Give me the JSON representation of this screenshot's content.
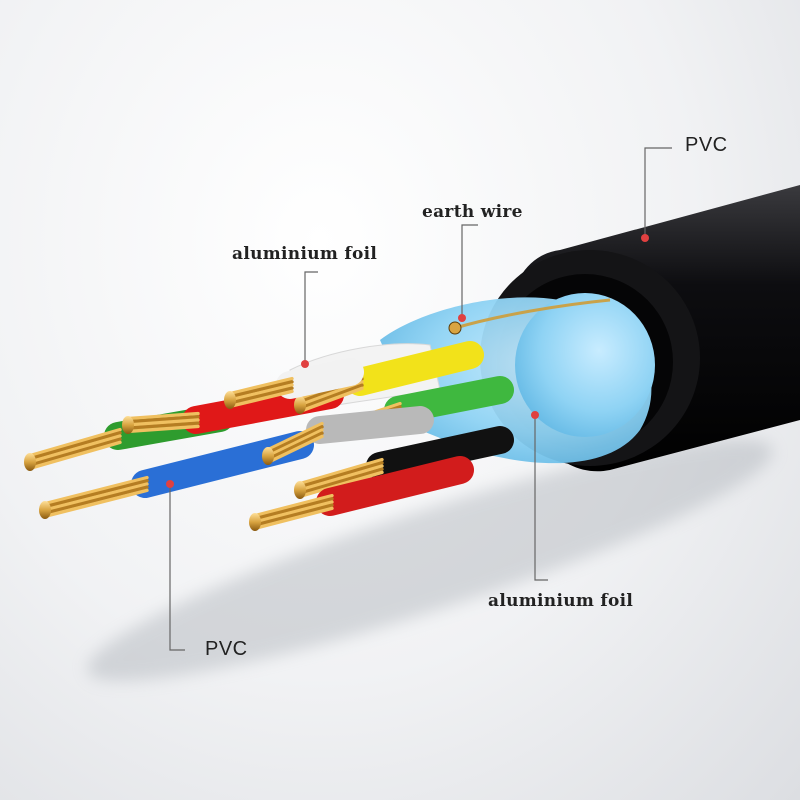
{
  "labels": {
    "pvc_top": "PVC",
    "earth_wire": "earth wire",
    "aluminium_foil_top": "aluminium foil",
    "aluminium_foil_bottom": "aluminium foil",
    "pvc_bottom": "PVC"
  },
  "colors": {
    "jacket": "#0e0e10",
    "foil": "#8fd3f4",
    "marker": "#e04040",
    "leader": "#555555",
    "copper": "#d9a441"
  },
  "conductor_colors": [
    "#2e9c2e",
    "#e01818",
    "#2a6fd6",
    "#f2e21a",
    "#3fb83f",
    "#b9b9b9",
    "#111111",
    "#d21c1c",
    "#f2f2f2"
  ]
}
